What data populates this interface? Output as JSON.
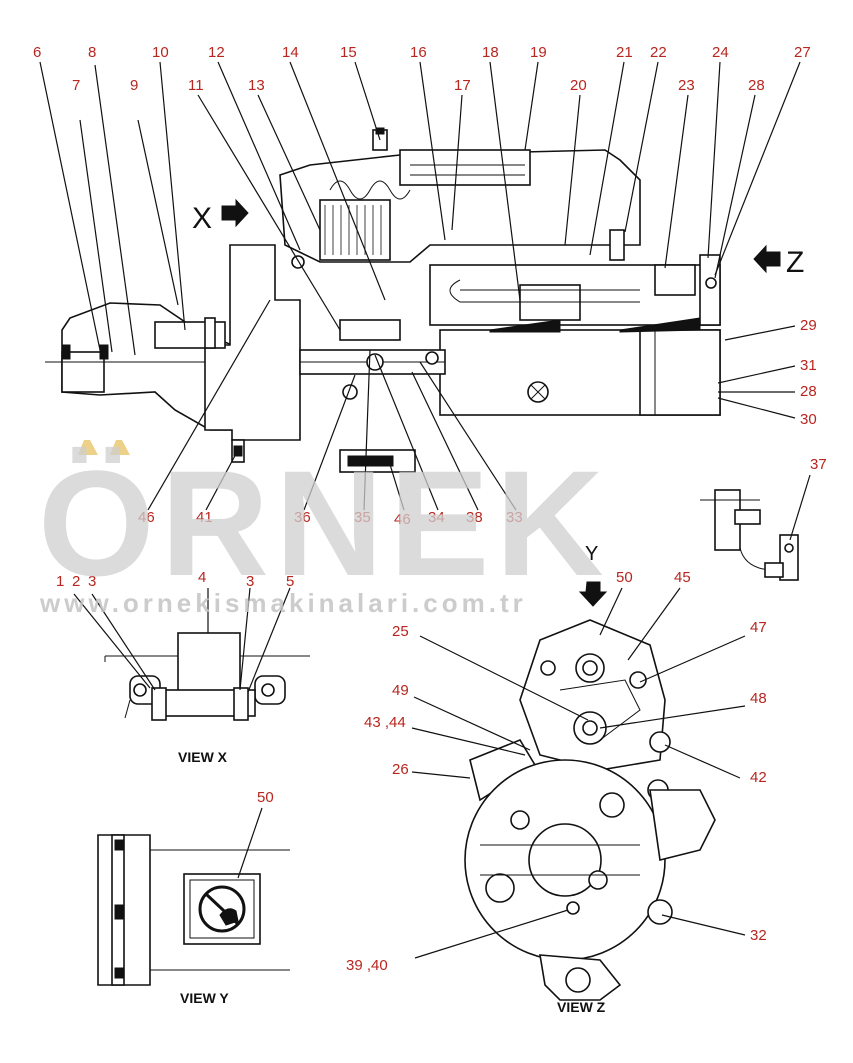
{
  "callouts": {
    "c6": "6",
    "c7": "7",
    "c8": "8",
    "c9": "9",
    "c10": "10",
    "c11": "11",
    "c12": "12",
    "c13": "13",
    "c14": "14",
    "c15": "15",
    "c16": "16",
    "c17": "17",
    "c18": "18",
    "c19": "19",
    "c20": "20",
    "c21": "21",
    "c22": "22",
    "c23": "23",
    "c24": "24",
    "c27": "27",
    "c28a": "28",
    "c29": "29",
    "c31": "31",
    "c28b": "28",
    "c30": "30",
    "c41": "41",
    "c46a": "46",
    "c36": "36",
    "c35": "35",
    "c46b": "46",
    "c34": "34",
    "c38": "38",
    "c33": "33",
    "c37": "37",
    "c1": "1",
    "c2": "2",
    "c3a": "3",
    "c4": "4",
    "c3b": "3",
    "c5": "5",
    "c50a": "50",
    "c45": "45",
    "c47": "47",
    "c25": "25",
    "c49": "49",
    "c48": "48",
    "c4344": "43 ,44",
    "c26": "26",
    "c42": "42",
    "c50b": "50",
    "c32": "32",
    "c3940": "39 ,40"
  },
  "view_markers": {
    "x": "X",
    "z": "Z",
    "y": "Y"
  },
  "view_labels": {
    "view_x": "VIEW X",
    "view_y": "VIEW Y",
    "view_z": "VIEW Z"
  },
  "watermark": {
    "brand": "ÖRNEK",
    "url": "www.ornekismakinalari.com.tr"
  },
  "colors": {
    "callout": "#b7261f",
    "line": "#111111",
    "watermark": "#cfcfcf"
  }
}
